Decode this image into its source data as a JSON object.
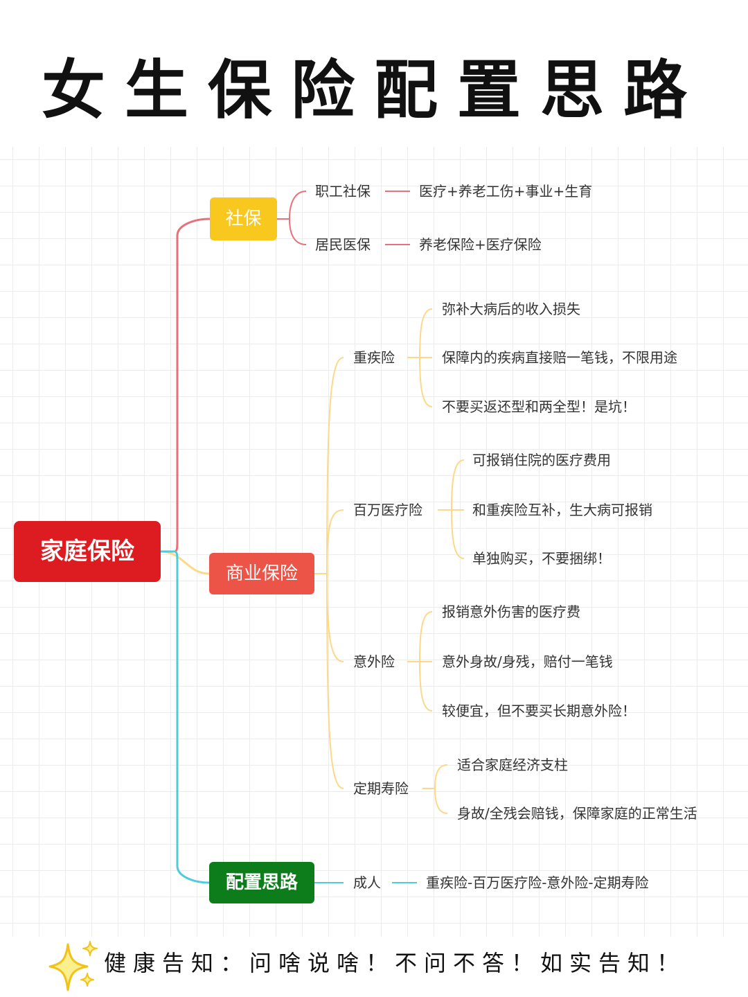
{
  "title": "女生保险配置思路",
  "root": "家庭保险",
  "colors": {
    "root": "#dd1c22",
    "social": "#f9c81e",
    "commercial": "#ec5447",
    "config": "#0d7d1c",
    "social_line": "#e8707a",
    "commercial_line": "#fcd989",
    "config_line": "#4fcbdc"
  },
  "social": {
    "label": "社保",
    "items": [
      {
        "label": "职工社保",
        "detail": "医疗+养老工伤+事业+生育"
      },
      {
        "label": "居民医保",
        "detail": "养老保险+医疗保险"
      }
    ]
  },
  "commercial": {
    "label": "商业保险",
    "items": [
      {
        "label": "重疾险",
        "points": [
          "弥补大病后的收入损失",
          "保障内的疾病直接赔一笔钱，不限用途",
          "不要买返还型和两全型！是坑！"
        ]
      },
      {
        "label": "百万医疗险",
        "points": [
          "可报销住院的医疗费用",
          "和重疾险互补，生大病可报销",
          "单独购买，不要捆绑！"
        ]
      },
      {
        "label": "意外险",
        "points": [
          "报销意外伤害的医疗费",
          "意外身故/身残，赔付一笔钱",
          "较便宜，但不要买长期意外险！"
        ]
      },
      {
        "label": "定期寿险",
        "points": [
          "适合家庭经济支柱",
          "身故/全残会赔钱，保障家庭的正常生活"
        ]
      }
    ]
  },
  "config": {
    "label": "配置思路",
    "items": [
      {
        "label": "成人",
        "detail": "重疾险-百万医疗险-意外险-定期寿险"
      }
    ]
  },
  "footer": "健康告知：问啥说啥！不问不答！如实告知！",
  "footer_icon": "sparkle-icon"
}
